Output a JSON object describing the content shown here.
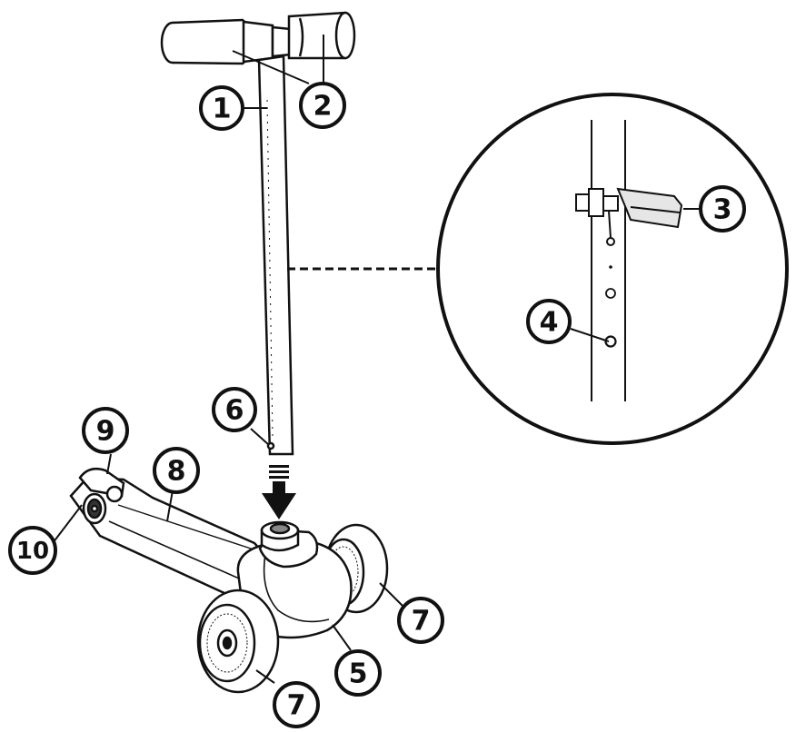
{
  "diagram": {
    "callouts": [
      {
        "id": "c1",
        "label": "1"
      },
      {
        "id": "c2",
        "label": "2"
      },
      {
        "id": "c3",
        "label": "3"
      },
      {
        "id": "c4",
        "label": "4"
      },
      {
        "id": "c5",
        "label": "5"
      },
      {
        "id": "c6",
        "label": "6"
      },
      {
        "id": "c7a",
        "label": "7"
      },
      {
        "id": "c7b",
        "label": "7"
      },
      {
        "id": "c8",
        "label": "8"
      },
      {
        "id": "c9",
        "label": "9"
      },
      {
        "id": "c10",
        "label": "10"
      }
    ]
  }
}
